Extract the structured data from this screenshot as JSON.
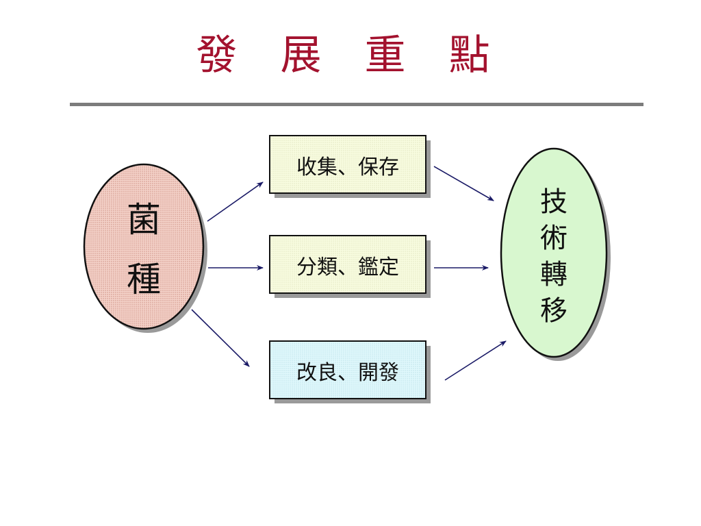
{
  "title": "發 展 重 點",
  "source_node": {
    "chars": [
      "菌",
      "種"
    ],
    "fill": "#f2c9bf"
  },
  "process_nodes": [
    {
      "label": "收集、保存",
      "fill": "#f7fbd9"
    },
    {
      "label": "分類、鑑定",
      "fill": "#f7fbd9"
    },
    {
      "label": "改良、開發",
      "fill": "#dcf7fb"
    }
  ],
  "target_node": {
    "chars": [
      "技",
      "術",
      "轉",
      "移"
    ],
    "fill": "#d8f7cf"
  },
  "colors": {
    "title": "#a3122e",
    "rule": "#7c7c7c",
    "arrow": "#1a1a66",
    "shadow": "#9a9a9a"
  }
}
